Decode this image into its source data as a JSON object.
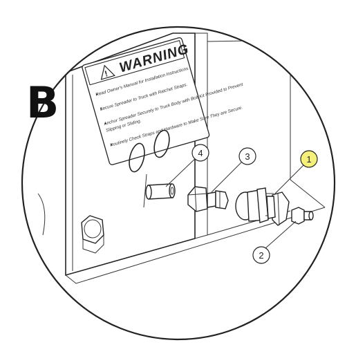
{
  "panel_label": "B",
  "warning": {
    "title": "WARNING",
    "lines": [
      "Read Owner's Manual for Installation Instructions.",
      "Secure Spreader to Truck with Ratchet Straps.",
      "Anchor Spreader Securely to Truck Body with Bolt Kit Provided to Prevent",
      "Slipping or Sliding.",
      "Routinely Check Straps and Hardware to Make Sure They are Secure."
    ]
  },
  "callouts": [
    {
      "id": "callout-1",
      "number": "1",
      "highlight": true,
      "highlight_color": "#f5f07a"
    },
    {
      "id": "callout-2",
      "number": "2",
      "highlight": false
    },
    {
      "id": "callout-3",
      "number": "3",
      "highlight": false
    },
    {
      "id": "callout-4",
      "number": "4",
      "highlight": false
    }
  ]
}
